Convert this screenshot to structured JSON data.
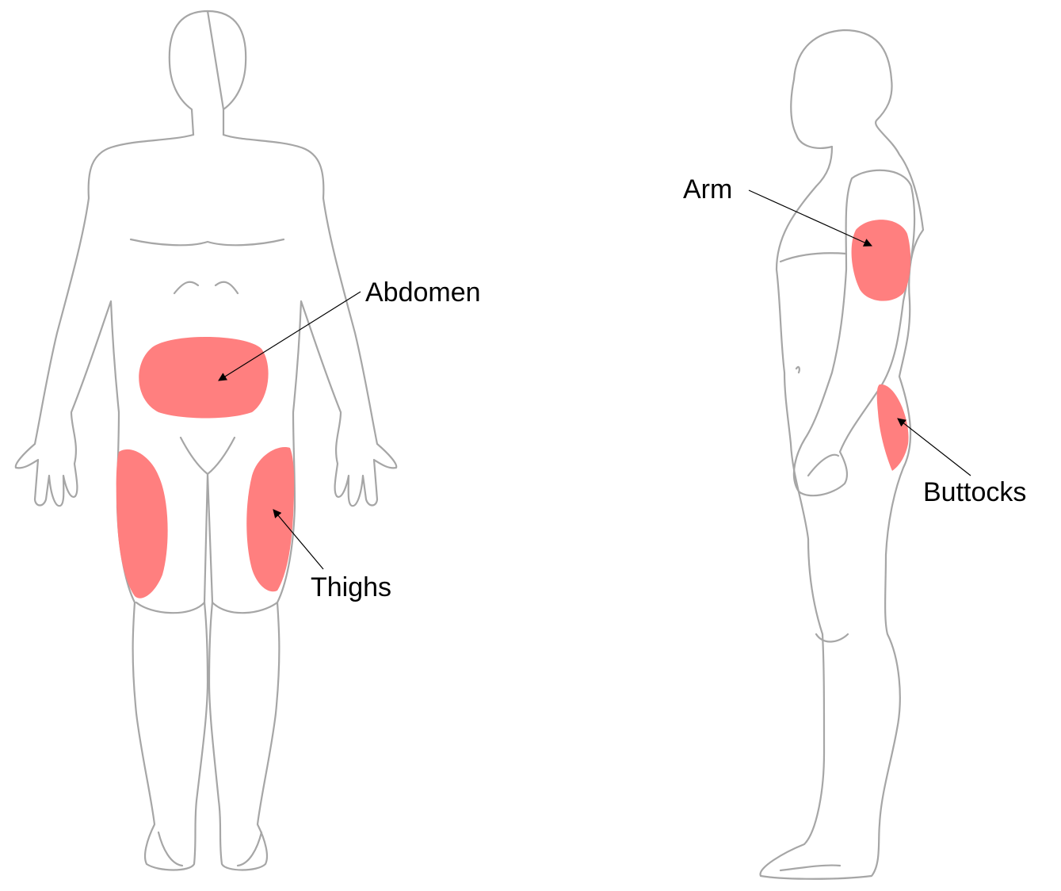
{
  "colors": {
    "site_fill": "#FF7F7F",
    "outline": "#A6A6A6",
    "leader": "#000000"
  },
  "labels": {
    "abdomen": "Abdomen",
    "thighs": "Thighs",
    "arm": "Arm",
    "buttocks": "Buttocks"
  }
}
